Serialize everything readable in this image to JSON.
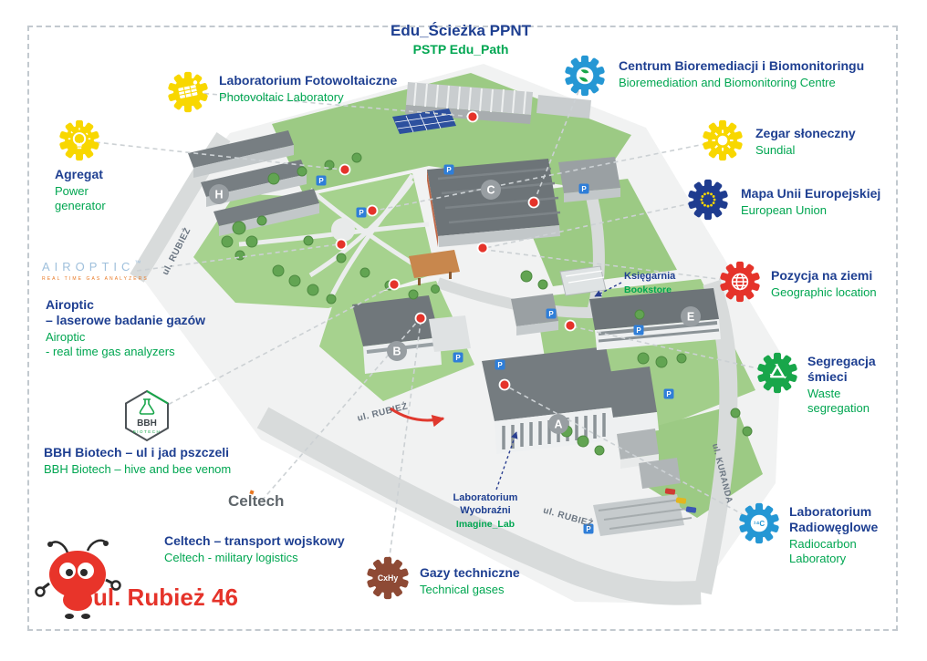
{
  "title": {
    "pl": "Edu_Ścieżka PPNT",
    "en": "PSTP Edu_Path"
  },
  "address": "ul. Rubież 46",
  "poi": {
    "photovoltaic": {
      "pl": "Laboratorium Fotowoltaiczne",
      "en": "Photovoltaic Laboratory",
      "icon": "solar-panel-gear-icon",
      "color": "#f8d700"
    },
    "bioremediation": {
      "pl": "Centrum Bioremediacji i Biomonitoringu",
      "en": "Bioremediation and Biomonitoring Centre",
      "icon": "globe-leaf-gear-icon",
      "color": "#2597d4",
      "leaf_color": "#18a64a"
    },
    "sundial": {
      "pl": "Zegar słoneczny",
      "en": "Sundial",
      "icon": "sun-gear-icon",
      "color": "#f8d700"
    },
    "eu_map": {
      "pl": "Mapa Unii Europejskiej",
      "en": "European Union",
      "icon": "eu-stars-gear-icon",
      "color": "#1f3c8f",
      "star_color": "#f8d700"
    },
    "geo_location": {
      "pl": "Pozycja na ziemi",
      "en": "Geographic location",
      "icon": "globe-grid-gear-icon",
      "color": "#e5332a"
    },
    "waste": {
      "pl": "Segregacja\nśmieci",
      "en": "Waste\nsegregation",
      "icon": "recycle-gear-icon",
      "color": "#18a64a"
    },
    "radiocarbon": {
      "pl": "Laboratorium\nRadiowęglowe",
      "en": "Radiocarbon\nLaboratory",
      "icon": "radiocarbon-gear-icon",
      "color": "#2597d4",
      "icon_text": "¹⁴C"
    },
    "generator": {
      "pl": "Agregat",
      "en": "Power\ngenerator",
      "icon": "lightbulb-gear-icon",
      "color": "#f8d700"
    },
    "airoptic": {
      "logo": "AIROPTIC",
      "logo_tm": "™",
      "logo_sub": "REAL TIME GAS ANALYZERS",
      "pl": "Airoptic\n– laserowe badanie gazów",
      "en": "Airoptic\n- real time gas analyzers"
    },
    "bbh": {
      "logo": "BBH",
      "logo_sub": "BIOTECH",
      "pl": "BBH Biotech – ul i jad pszczeli",
      "en": "BBH Biotech – hive and bee venom"
    },
    "celtech": {
      "logo": "Celtech",
      "pl": "Celtech – transport wojskowy",
      "en": "Celtech - military logistics"
    },
    "technical_gases": {
      "pl": "Gazy techniczne",
      "en": "Technical gases",
      "icon": "cxhy-gear-icon",
      "color": "#8e4a35",
      "icon_text": "CxHy"
    }
  },
  "map": {
    "buildings": {
      "a": "A",
      "b": "B",
      "c": "C",
      "e": "E",
      "h": "H"
    },
    "bookstore": {
      "pl": "Księgarnia",
      "en": "Bookstore"
    },
    "imagine_lab": {
      "pl": "Laboratorium\nWyobraźni",
      "en": "Imagine_Lab"
    },
    "streets": {
      "rubiez": "ul. RUBIEŻ",
      "kuranda": "ul. KURANDA"
    },
    "parking": "P"
  },
  "colors": {
    "heading": "#1e3f91",
    "subheading": "#00a651",
    "address": "#e5332a"
  }
}
